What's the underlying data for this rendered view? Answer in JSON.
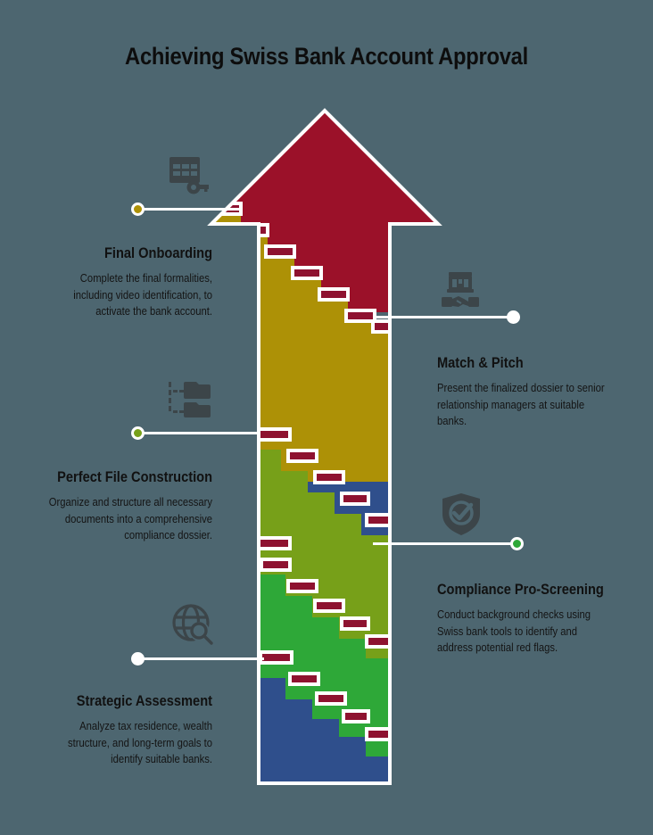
{
  "title": "Achieving Swiss Bank Account Approval",
  "palette": {
    "background": "#4d6670",
    "crimson": "#9b1129",
    "gold": "#ad9106",
    "blue_upper": "#2f4f8c",
    "olive": "#77a019",
    "green": "#2ea838",
    "blue_lower": "#2f4f8c",
    "riser": "#8e1230",
    "stroke": "#ffffff",
    "text": "#121212",
    "icon": "#3c4549"
  },
  "steps": [
    {
      "id": "final-onboarding",
      "side": "left",
      "heading": "Final Onboarding",
      "body": "Complete the final formalities, including video identification, to activate the bank account.",
      "icon": "form-key-icon",
      "dot_color": "#ad9106"
    },
    {
      "id": "match-and-pitch",
      "side": "right",
      "heading": "Match & Pitch",
      "body": "Present the finalized dossier to senior relationship managers at suitable banks.",
      "icon": "bank-handshake-icon",
      "dot_color": "#ffffff"
    },
    {
      "id": "perfect-file-construction",
      "side": "left",
      "heading": "Perfect File Construction",
      "body": "Organize and structure all necessary documents into a comprehensive compliance dossier.",
      "icon": "folder-tree-icon",
      "dot_color": "#77a019"
    },
    {
      "id": "compliance-pre-screening",
      "side": "right",
      "heading": "Compliance Pro-Screening",
      "body": "Conduct background checks using Swiss bank tools to identify and address potential red flags.",
      "icon": "shield-check-icon",
      "dot_color": "#2ea838"
    },
    {
      "id": "strategic-assessment",
      "side": "left",
      "heading": "Strategic Assessment",
      "body": "Analyze tax residence, wealth structure, and long-term goals to identify suitable banks.",
      "icon": "globe-search-icon",
      "dot_color": "#ffffff"
    }
  ],
  "chart_data": {
    "type": "bar",
    "title": "Achieving Swiss Bank Account Approval",
    "orientation": "vertical-arrow-staircase",
    "categories": [
      "Strategic Assessment",
      "Compliance Pro-Screening",
      "Perfect File Construction",
      "Match & Pitch",
      "Final Onboarding"
    ],
    "values": [
      1,
      2,
      3,
      4,
      5
    ],
    "colors": [
      "#2f4f8c",
      "#2ea838",
      "#77a019",
      "#2f4f8c",
      "#ad9106"
    ],
    "xlabel": "",
    "ylabel": "",
    "legend": "none",
    "grid": false
  }
}
